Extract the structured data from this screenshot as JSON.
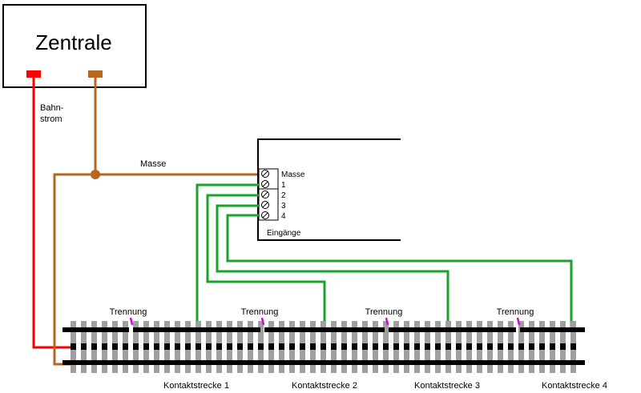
{
  "central": {
    "title": "Zentrale"
  },
  "wires": {
    "track_power_label_line1": "Bahn-",
    "track_power_label_line2": "strom",
    "ground_label": "Masse"
  },
  "colors": {
    "track_power": "#ff0000",
    "ground": "#b8661e",
    "contact": "#1aa32a",
    "separator": "#e000e0",
    "rail": "#000000",
    "tie": "#a0a0a0"
  },
  "module": {
    "terminals": [
      "Masse",
      "1",
      "2",
      "3",
      "4"
    ],
    "caption": "Eingänge"
  },
  "track": {
    "separators": [
      "Trennung",
      "Trennung",
      "Trennung",
      "Trennung"
    ],
    "sections": [
      "Kontaktstrecke 1",
      "Kontaktstrecke 2",
      "Kontaktstrecke 3",
      "Kontaktstrecke 4"
    ]
  }
}
